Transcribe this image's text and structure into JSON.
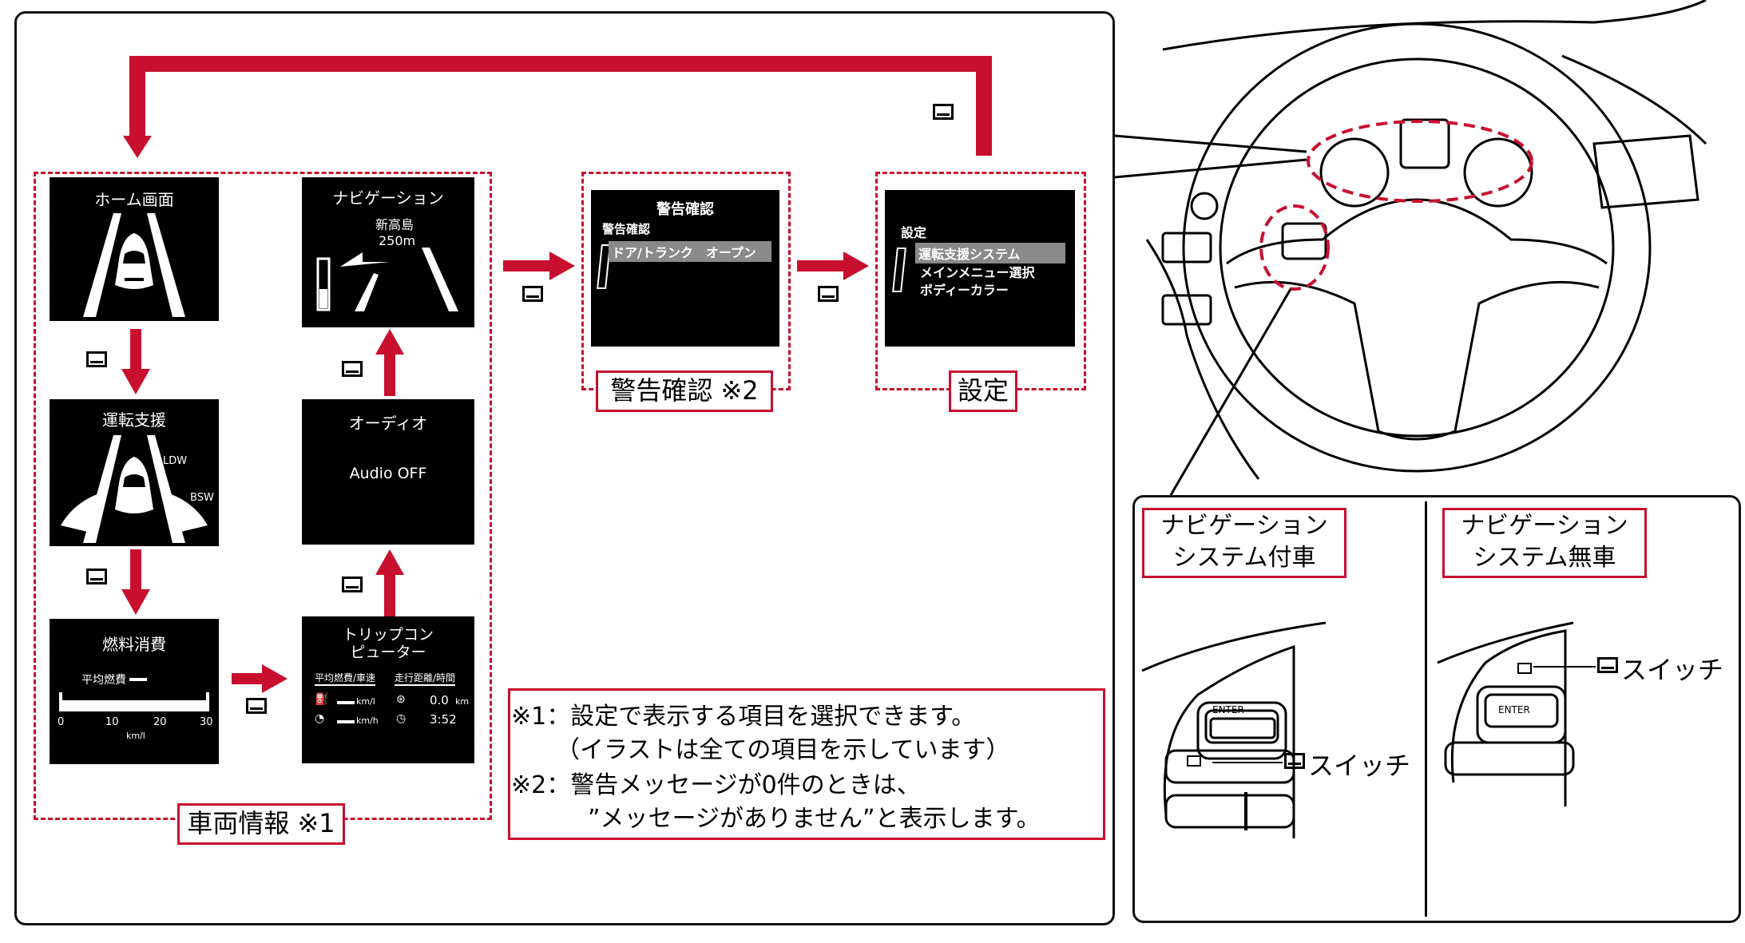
{
  "screens": {
    "home": {
      "title": "ホーム画面"
    },
    "driving": {
      "title": "運転支援",
      "ldw": "LDW",
      "bsw": "BSW"
    },
    "fuel": {
      "title": "燃料消費",
      "avg_label": "平均燃費",
      "ticks": [
        "0",
        "10",
        "20",
        "30"
      ],
      "unit": "km/l"
    },
    "nav": {
      "title": "ナビゲーション",
      "place": "新高島",
      "distance": "250m"
    },
    "audio": {
      "title": "オーディオ",
      "status": "Audio OFF"
    },
    "trip": {
      "title_line1": "トリップコン",
      "title_line2": "ピューター",
      "col1": "平均燃費/車速",
      "col2": "走行距離/時間",
      "unit_kml": "km/l",
      "unit_kmh": "km/h",
      "dist": "0.0",
      "dist_unit": "km",
      "time": "3:52"
    },
    "warning": {
      "header": "警告確認",
      "sub": "警告確認",
      "item": "ドア/トランク　オープン"
    },
    "settings": {
      "header": "設定",
      "items": [
        "運転支援システム",
        "メインメニュー選択",
        "ボディーカラー"
      ]
    }
  },
  "labels": {
    "vehicle_info": "車両情報 ※1",
    "warning_check": "警告確認 ※2",
    "settings": "設定"
  },
  "notes": {
    "line1": "※1：設定で表示する項目を選択できます。",
    "line2": "（イラストは全ての項目を示しています）",
    "line3": "※2：警告メッセージが0件のときは、",
    "line4": "”メッセージがありません”と表示します。"
  },
  "switch_panel": {
    "with_nav_line1": "ナビゲーション",
    "with_nav_line2": "システム付車",
    "without_nav_line1": "ナビゲーション",
    "without_nav_line2": "システム無車",
    "switch_label": "スイッチ",
    "enter": "ENTER"
  },
  "colors": {
    "accent": "#c8102e",
    "screen_bg": "#000000",
    "highlight": "#8a8a8a"
  }
}
